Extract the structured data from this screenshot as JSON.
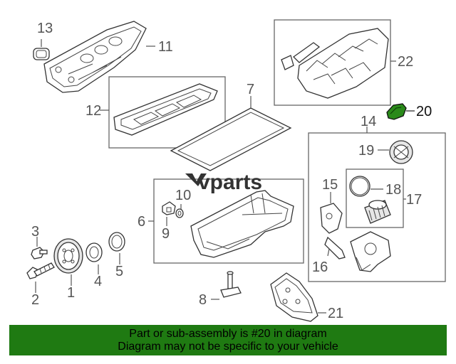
{
  "watermark": {
    "text": "vparts"
  },
  "callouts": {
    "c1": "1",
    "c2": "2",
    "c3": "3",
    "c4": "4",
    "c5": "5",
    "c6": "6",
    "c7": "7",
    "c8": "8",
    "c9": "9",
    "c10": "10",
    "c11": "11",
    "c12": "12",
    "c13": "13",
    "c14": "14",
    "c15": "15",
    "c16": "16",
    "c17": "17",
    "c18": "18",
    "c19": "19",
    "c20": "20",
    "c21": "21",
    "c22": "22"
  },
  "banner": {
    "line1": "Part or sub-assembly is #20 in diagram",
    "line2": "Diagram may not be specific to your vehicle"
  },
  "colors": {
    "banner_bg": "#1f7a12",
    "highlight_part": "#2a8a1a"
  }
}
